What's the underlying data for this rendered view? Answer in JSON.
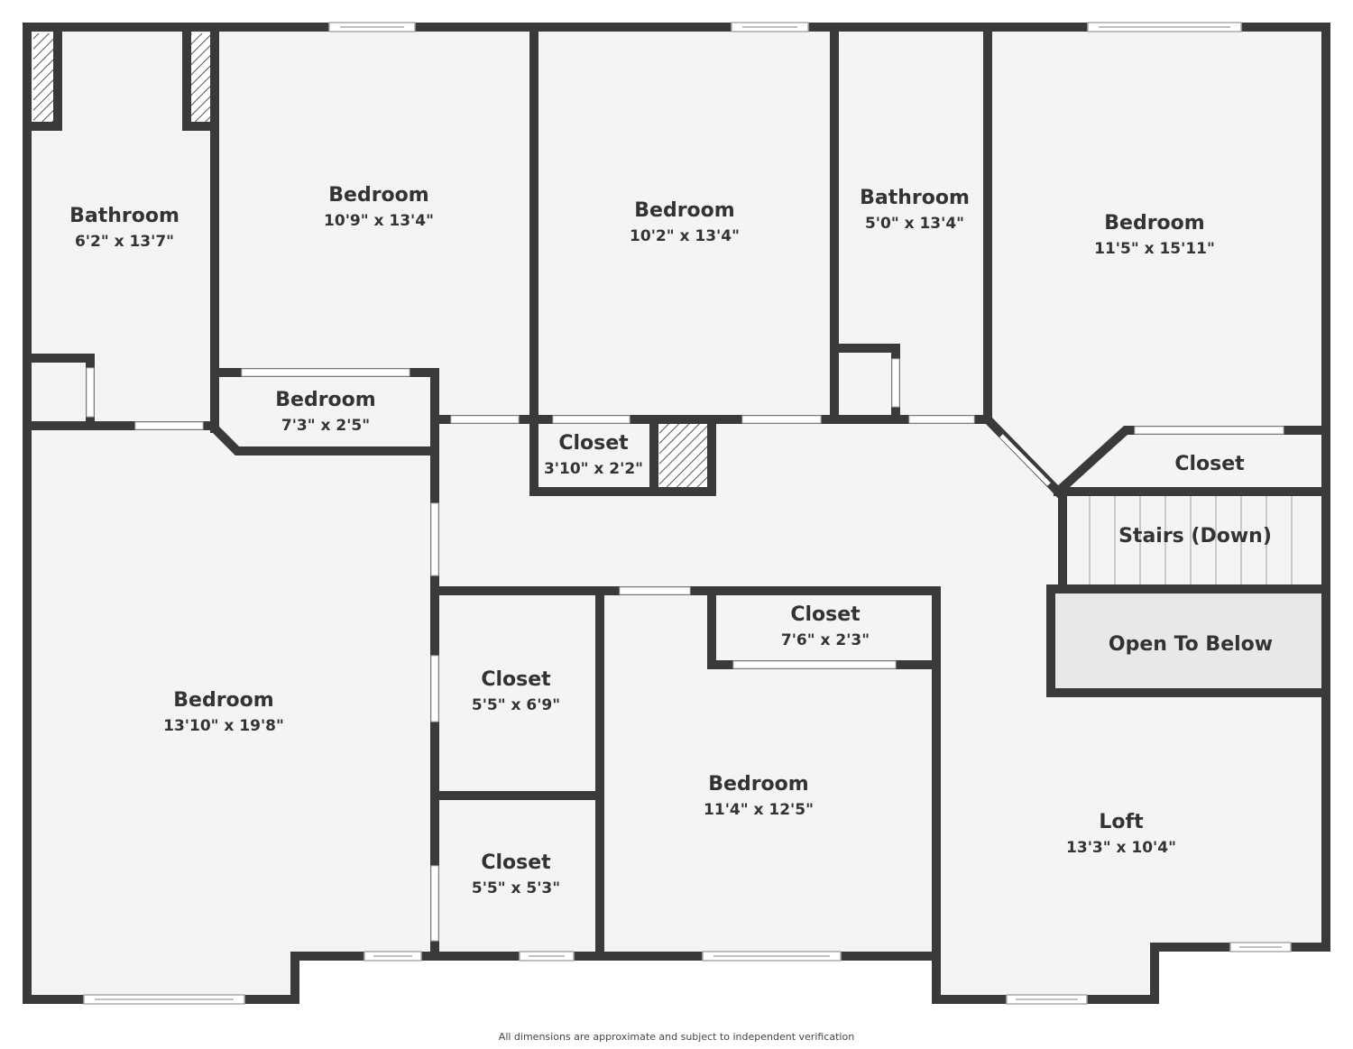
{
  "colors": {
    "wall": "#3a3a3a",
    "floor": "#f4f4f4",
    "open_to_below": "#e8e8e8",
    "window_frame": "#aaaaaa",
    "text": "#333333"
  },
  "rooms": {
    "bathroom_1": {
      "name": "Bathroom",
      "dims": "6'2\" x 13'7\""
    },
    "bedroom_1": {
      "name": "Bedroom",
      "dims": "10'9\" x 13'4\""
    },
    "bedroom_2": {
      "name": "Bedroom",
      "dims": "10'2\" x 13'4\""
    },
    "bathroom_2": {
      "name": "Bathroom",
      "dims": "5'0\" x 13'4\""
    },
    "bedroom_3": {
      "name": "Bedroom",
      "dims": "11'5\" x 15'11\""
    },
    "bedroom_nook": {
      "name": "Bedroom",
      "dims": "7'3\" x 2'5\""
    },
    "closet_1": {
      "name": "Closet",
      "dims": "3'10\" x 2'2\""
    },
    "closet_2": {
      "name": "Closet",
      "dims": ""
    },
    "stairs": {
      "name": "Stairs (Down)",
      "dims": ""
    },
    "open_to_below": {
      "name": "Open To Below",
      "dims": ""
    },
    "bedroom_main": {
      "name": "Bedroom",
      "dims": "13'10\" x 19'8\""
    },
    "closet_3": {
      "name": "Closet",
      "dims": "5'5\" x 6'9\""
    },
    "closet_4": {
      "name": "Closet",
      "dims": "5'5\" x 5'3\""
    },
    "closet_5": {
      "name": "Closet",
      "dims": "7'6\" x 2'3\""
    },
    "bedroom_4": {
      "name": "Bedroom",
      "dims": "11'4\" x 12'5\""
    },
    "loft": {
      "name": "Loft",
      "dims": "13'3\" x 10'4\""
    }
  },
  "disclaimer": "All dimensions are approximate and subject to independent verification"
}
